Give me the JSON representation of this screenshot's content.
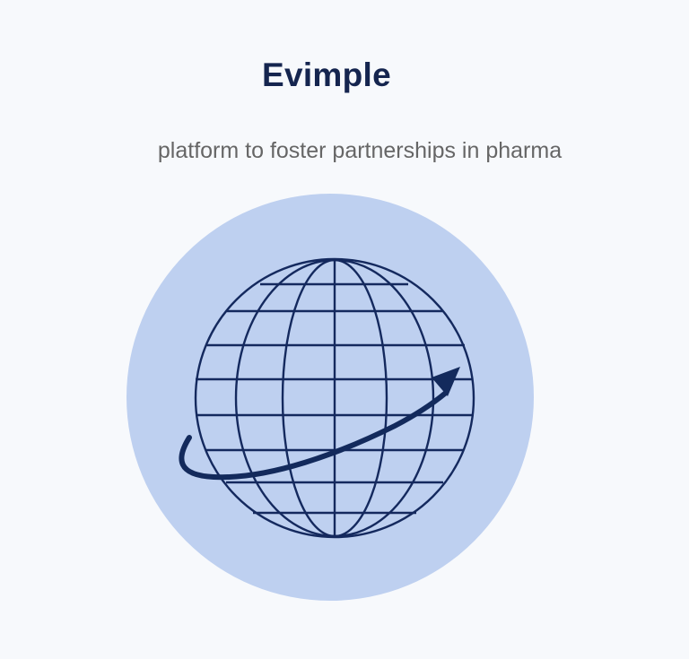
{
  "header": {
    "title": "Evimple",
    "subtitle": "platform to foster partnerships in pharma"
  },
  "logo": {
    "icon": "globe-with-arrow-icon",
    "description": "Wireframe globe with an upward-curving arrow orbiting it, inside a light blue circle"
  },
  "colors": {
    "background": "#f7f9fc",
    "title": "#15254f",
    "subtitle": "#666666",
    "logo_circle": "#bed0f0",
    "globe_stroke": "#14295e",
    "arrow": "#132a5c"
  }
}
